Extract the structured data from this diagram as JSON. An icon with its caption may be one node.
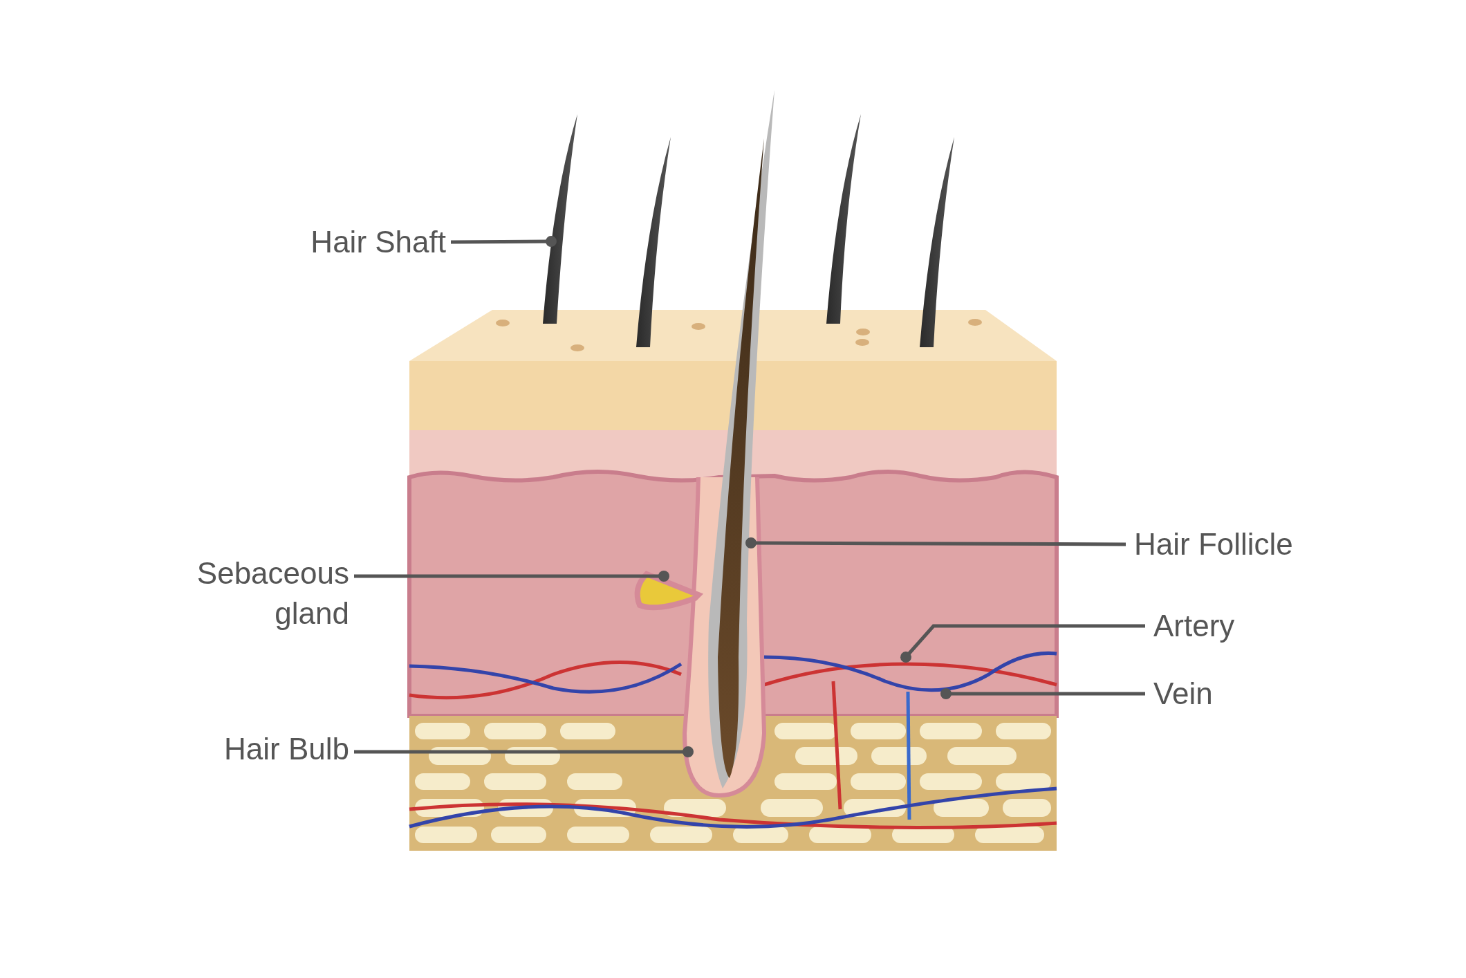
{
  "diagram": {
    "nodes": [
      {
        "text": [
          "Hair Shaft"
        ]
      },
      {
        "text": [
          "Hair Follicle"
        ]
      },
      {
        "text": [
          "Sebaceous gland"
        ]
      },
      {
        "text": [
          "Artery"
        ]
      },
      {
        "text": [
          "Vein"
        ]
      },
      {
        "text": [
          "Hair Bulb"
        ]
      }
    ],
    "edges": [
      {
        "from": 0,
        "to": null,
        "arrow": "other"
      },
      {
        "from": 1,
        "to": null,
        "arrow": "other"
      },
      {
        "from": 2,
        "to": null,
        "arrow": "other"
      },
      {
        "from": 3,
        "to": null,
        "arrow": "other"
      },
      {
        "from": 4,
        "to": null,
        "arrow": "other"
      },
      {
        "from": 5,
        "to": null,
        "arrow": "other"
      }
    ]
  }
}
